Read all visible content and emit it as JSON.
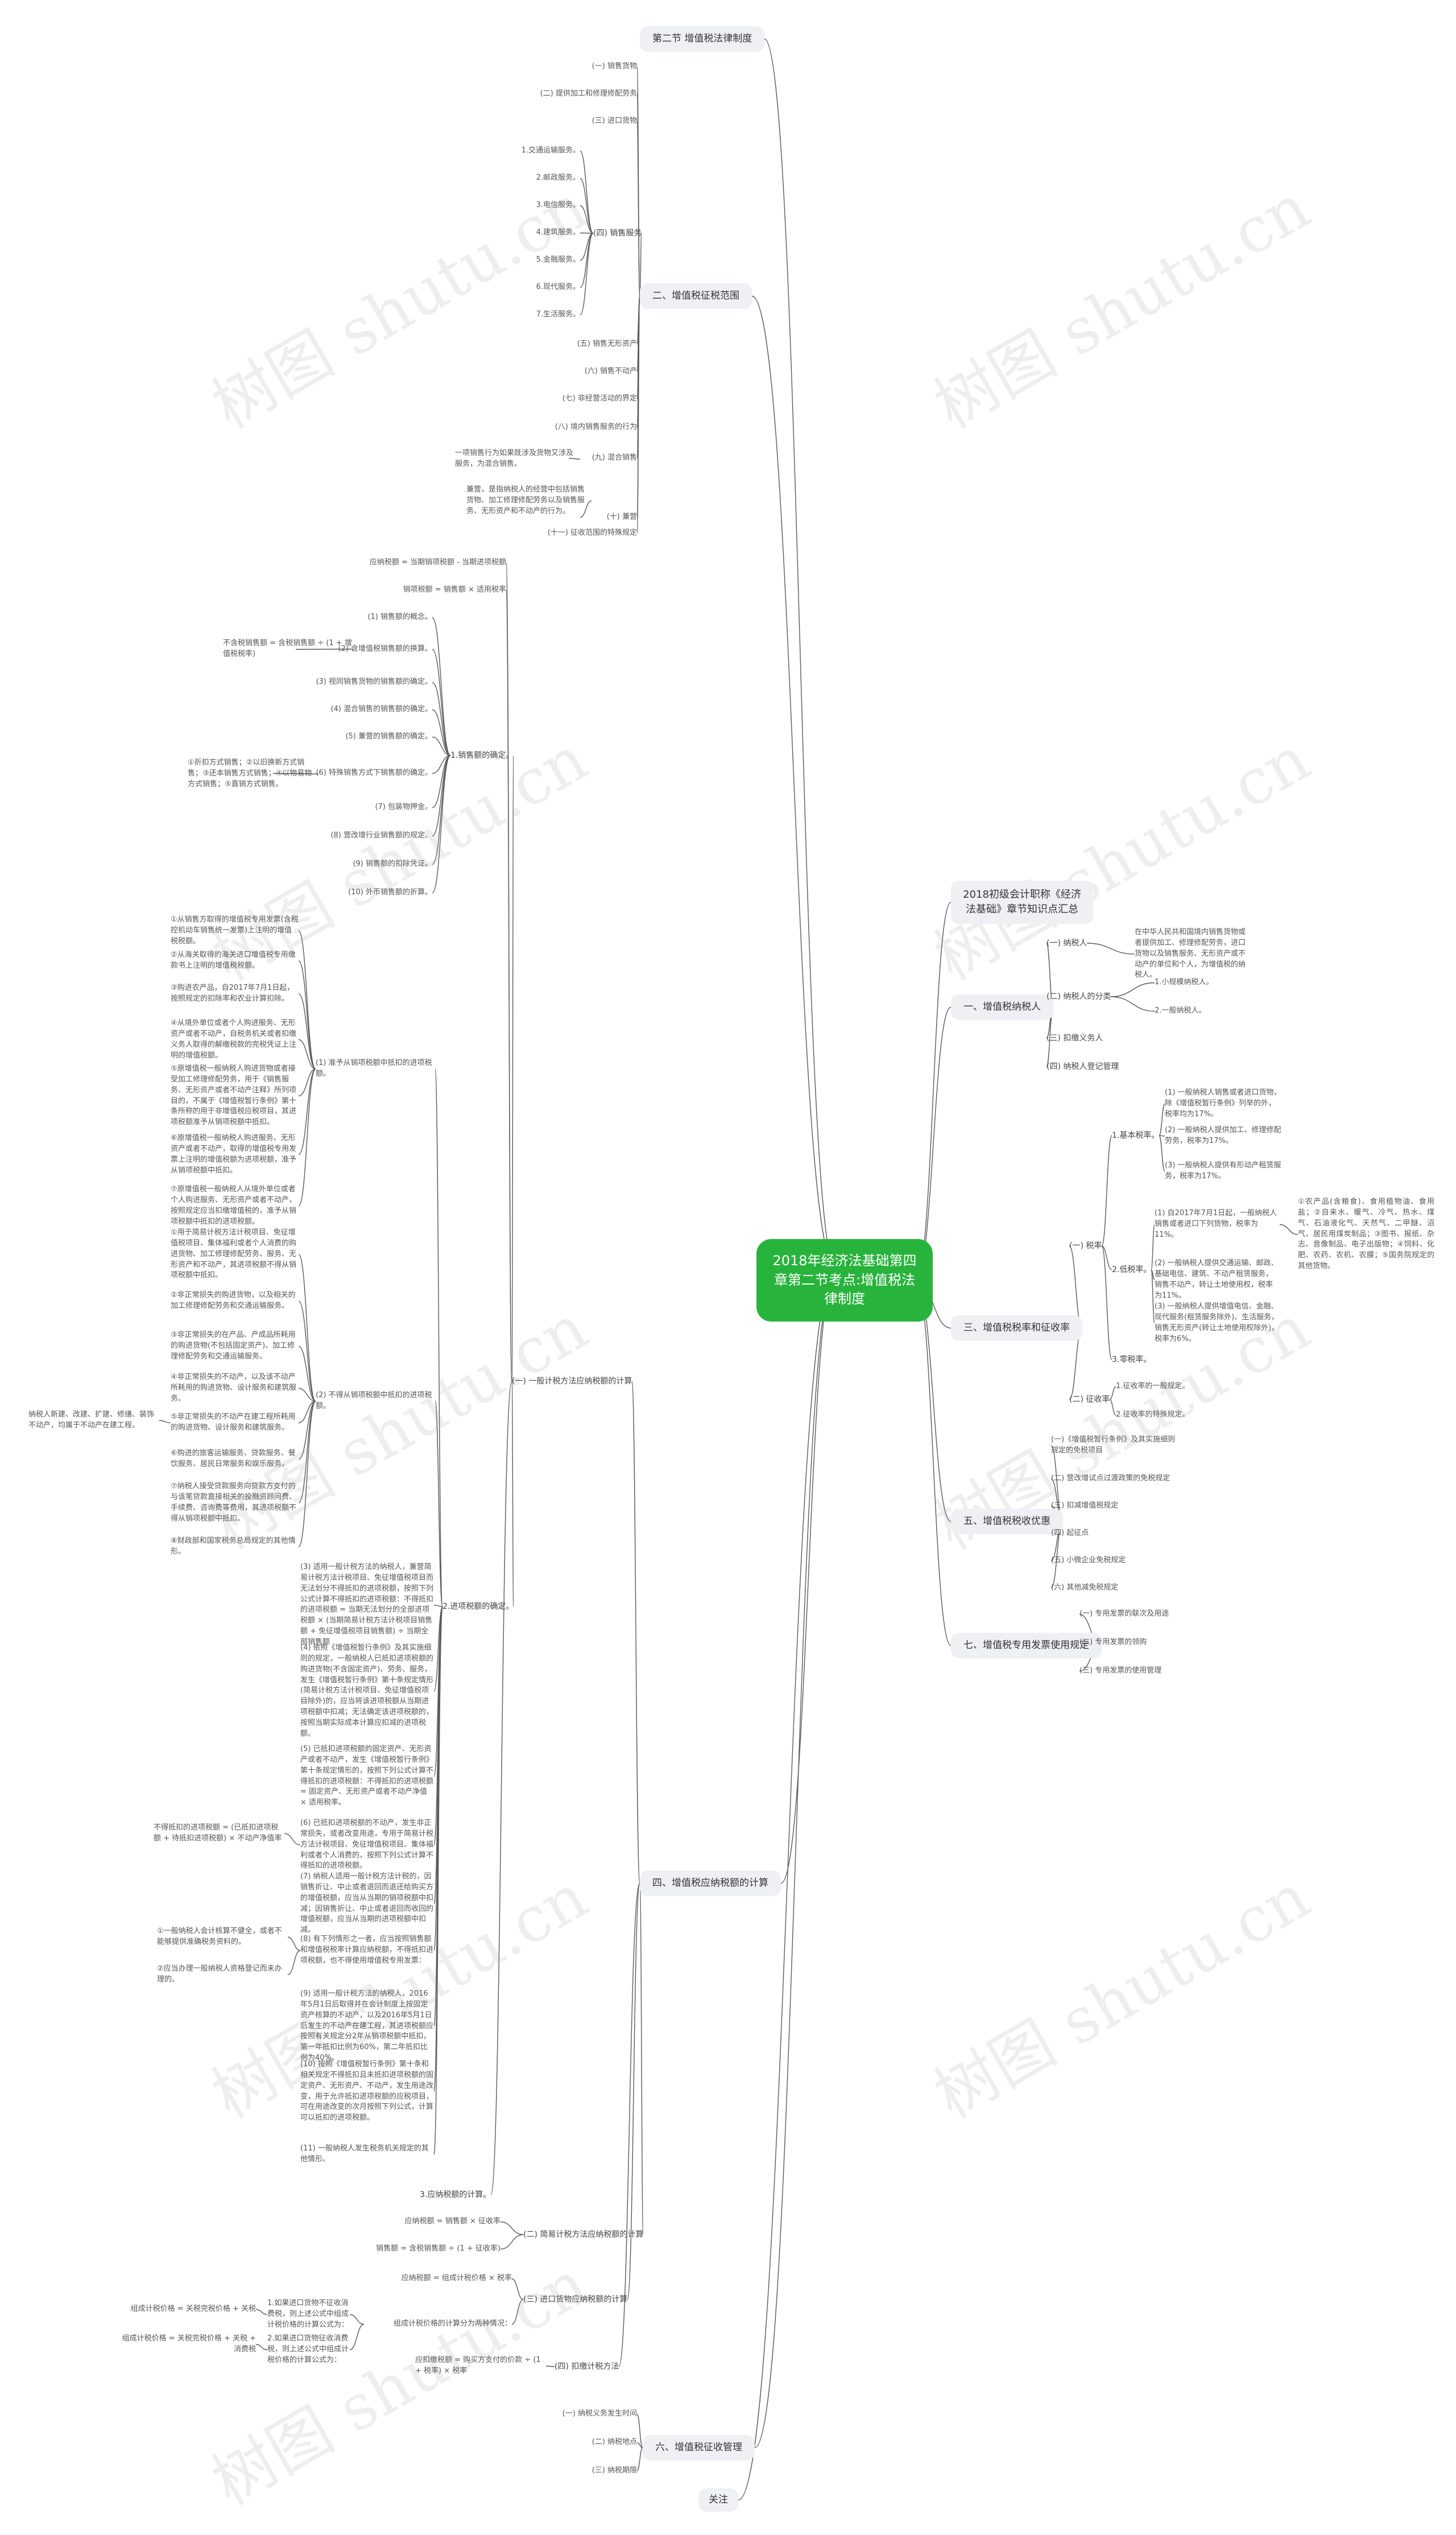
{
  "root": "2018年经济法基础第四章第二节考点:增值税法律制度",
  "sections": {
    "intro": "2018初级会计职称《经济法基础》章节知识点汇总",
    "s1": "一、增值税纳税人",
    "s3": "三、增值税税率和征收率",
    "s5": "五、增值税税收优惠",
    "s7": "七、增值税专用发票使用规定",
    "top_title": "第二节 增值税法律制度",
    "s2": "二、增值税征税范围",
    "s4": "四、增值税应纳税额的计算",
    "s6": "六、增值税征收管理",
    "related": "关注"
  },
  "s1": {
    "taxpayer": "(一) 纳税人",
    "taxpayer_desc": "在中华人民共和国境内销售货物或者提供加工、修理修配劳务，进口货物以及销售服务、无形资产或不动产的单位和个人，为增值税的纳税人。",
    "category": "(二) 纳税人的分类",
    "cat1": "1.小规模纳税人。",
    "cat2": "2.一般纳税人。",
    "withhold": "(三) 扣缴义务人",
    "register": "(四) 纳税人登记管理"
  },
  "s3": {
    "rate": "(一) 税率",
    "basic": "1.基本税率。",
    "basic1": "(1) 一般纳税人销售或者进口货物，除《增值税暂行条例》列举的外，税率均为17%。",
    "basic2": "(2) 一般纳税人提供加工、修理修配劳务，税率为17%。",
    "basic3": "(3) 一般纳税人提供有形动产租赁服务，税率为17%。",
    "low": "2.低税率。",
    "low1": "(1) 自2017年7月1日起，一般纳税人销售或者进口下列货物，税率为11%。",
    "low1_list": "①农产品(含粮食)、食用植物油、食用盐；②自来水、暖气、冷气、热水、煤气、石油液化气、天然气、二甲醚、沼气、居民用煤炭制品；③图书、报纸、杂志、音像制品、电子出版物；④饲料、化肥、农药、农机、农膜；⑤国务院规定的其他货物。",
    "low2": "(2) 一般纳税人提供交通运输、邮政、基础电信、建筑、不动产租赁服务，销售不动产，转让土地使用权，税率为11%。",
    "low3": "(3) 一般纳税人提供增值电信、金融、现代服务(租赁服务除外)、生活服务，销售无形资产(转让土地使用权除外)，税率为6%。",
    "zero": "3.零税率。",
    "levy": "(二) 征收率",
    "levy1": "1.征收率的一般规定。",
    "levy2": "2.征收率的特殊规定。"
  },
  "s5": {
    "i1": "(一)《增值税暂行条例》及其实施细则规定的免税项目",
    "i2": "(二) 营改增试点过渡政策的免税规定",
    "i3": "(三) 扣减增值税规定",
    "i4": "(四) 起征点",
    "i5": "(五) 小微企业免税规定",
    "i6": "(六) 其他减免税规定"
  },
  "s7": {
    "i1": "(一) 专用发票的联次及用途",
    "i2": "(二) 专用发票的领购",
    "i3": "(三) 专用发票的使用管理"
  },
  "s2": {
    "i1": "(一) 销售货物",
    "i2": "(二) 提供加工和修理修配劳务",
    "i3": "(三) 进口货物",
    "services": "(四) 销售服务",
    "svc1": "1.交通运输服务。",
    "svc2": "2.邮政服务。",
    "svc3": "3.电信服务。",
    "svc4": "4.建筑服务。",
    "svc5": "5.金融服务。",
    "svc6": "6.现代服务。",
    "svc7": "7.生活服务。",
    "i5": "(五) 销售无形资产",
    "i6": "(六) 销售不动产",
    "i7": "(七) 非经营活动的界定",
    "i8": "(八) 境内销售服务的行为",
    "i9": "(九) 混合销售",
    "i9_desc": "一项销售行为如果既涉及货物又涉及服务，为混合销售。",
    "i10": "(十) 兼营",
    "i10_desc": "兼营，是指纳税人的经营中包括销售货物、加工修理修配劳务以及销售服务、无形资产和不动产的行为。",
    "i11": "(十一) 征收范围的特殊规定"
  },
  "s4": {
    "general": "(一) 一般计税方法应纳税额的计算",
    "formula1": "应纳税额 = 当期销项税额 - 当期进项税额",
    "output": "销项税额 = 销售额 × 适用税率",
    "sales": "1.销售额的确定。",
    "p1": "(1) 销售额的概念。",
    "p2": "(2) 含增值税销售额的换算。",
    "p2_formula": "不含税销售额 = 含税销售额 ÷ (1 + 增值税税率)",
    "p3": "(3) 视同销售货物的销售额的确定。",
    "p4": "(4) 混合销售的销售额的确定。",
    "p5": "(5) 兼营的销售额的确定。",
    "p6": "(6) 特殊销售方式下销售额的确定。",
    "p6_desc": "①折扣方式销售；②以旧换新方式销售；③还本销售方式销售；④以物易物方式销售；⑤直销方式销售。",
    "p7": "(7) 包装物押金。",
    "p8": "(8) 营改增行业销售额的规定。",
    "p9": "(9) 销售额的扣除凭证。",
    "p10": "(10) 外币销售额的折算。",
    "input": "2.进项税额的确定。",
    "q1": "(1) 准予从销项税额中抵扣的进项税额。",
    "q1_items": [
      "①从销售方取得的增值税专用发票(含税控机动车销售统一发票)上注明的增值税税额。",
      "②从海关取得的海关进口增值税专用缴款书上注明的增值税税额。",
      "③购进农产品，自2017年7月1日起，按照规定的扣除率和农业计算扣除。",
      "④从境外单位或者个人购进服务、无形资产或者不动产，自税务机关或者扣缴义务人取得的解缴税款的完税凭证上注明的增值税额。",
      "⑤原增值税一般纳税人购进货物或者接受加工修理修配劳务，用于《销售服务、无形资产或者不动产注释》所列项目的，不属于《增值税暂行条例》第十条所称的用于非增值税应税项目，其进项税额准予从销项税额中抵扣。",
      "⑥原增值税一般纳税人购进服务、无形资产或者不动产，取得的增值税专用发票上注明的增值税额为进项税额，准予从销项税额中抵扣。",
      "⑦原增值税一般纳税人从境外单位或者个人购进服务、无形资产或者不动产，按照规定应当扣缴增值税的，准予从销项税额中抵扣的进项税额。"
    ],
    "q2": "(2) 不得从销项税额中抵扣的进项税额。",
    "q2_items": [
      "①用于简易计税方法计税项目、免征增值税项目、集体福利或者个人消费的购进货物、加工修理修配劳务、服务、无形资产和不动产，其进项税额不得从销项税额中抵扣。",
      "②非正常损失的购进货物，以及相关的加工修理修配劳务和交通运输服务。",
      "③非正常损失的在产品、产成品所耗用的购进货物(不包括固定资产)、加工修理修配劳务和交通运输服务。",
      "④非正常损失的不动产，以及该不动产所耗用的购进货物、设计服务和建筑服务。",
      "⑤非正常损失的不动产在建工程所耗用的购进货物、设计服务和建筑服务。",
      "⑥购进的旅客运输服务、贷款服务、餐饮服务、居民日常服务和娱乐服务。",
      "⑦纳税人接受贷款服务向贷款方支付的与该笔贷款直接相关的投融资顾问费、手续费、咨询费等费用，其进项税额不得从销项税额中抵扣。",
      "⑧财政部和国家税务总局规定的其他情形。"
    ],
    "q2_note": "纳税人新建、改建、扩建、修缮、装饰不动产，均属于不动产在建工程。",
    "q3": [
      "(3) 适用一般计税方法的纳税人，兼营简易计税方法计税项目、免征增值税项目而无法划分不得抵扣的进项税额，按照下列公式计算不得抵扣的进项税额：不得抵扣的进项税额 = 当期无法划分的全部进项税额 × (当期简易计税方法计税项目销售额 + 免征增值税项目销售额) ÷ 当期全部销售额",
      "(4) 依照《增值税暂行条例》及其实施细则的规定，一般纳税人已抵扣进项税额的购进货物(不含固定资产)、劳务、服务，发生《增值税暂行条例》第十条规定情形(简易计税方法计税项目、免征增值税项目除外)的，应当将该进项税额从当期进项税额中扣减；无法确定该进项税额的，按照当期实际成本计算应扣减的进项税额。",
      "(5) 已抵扣进项税额的固定资产、无形资产或者不动产，发生《增值税暂行条例》第十条规定情形的，按照下列公式计算不得抵扣的进项税额：不得抵扣的进项税额 = 固定资产、无形资产或者不动产净值 × 适用税率。",
      "(6) 已抵扣进项税额的不动产，发生非正常损失，或者改变用途，专用于简易计税方法计税项目、免征增值税项目、集体福利或者个人消费的，按照下列公式计算不得抵扣的进项税额。",
      "(7) 纳税人适用一般计税方法计税的，因销售折让、中止或者退回而退还给购买方的增值税额，应当从当期的销项税额中扣减；因销售折让、中止或者退回而收回的增值税额，应当从当期的进项税额中扣减。",
      "(8) 有下列情形之一者，应当按照销售额和增值税税率计算应纳税额，不得抵扣进项税额，也不得使用增值税专用发票：",
      "(9) 适用一般计税方法的纳税人，2016年5月1日后取得并在会计制度上按固定资产核算的不动产，以及2016年5月1日后发生的不动产在建工程，其进项税额应按照有关规定分2年从销项税额中抵扣，第一年抵扣比例为60%，第二年抵扣比例为40%。",
      "(10) 按照《增值税暂行条例》第十条和相关规定不得抵扣且未抵扣进项税额的固定资产、无形资产、不动产，发生用途改变，用于允许抵扣进项税额的应税项目，可在用途改变的次月按照下列公式，计算可以抵扣的进项税额。",
      "(11) 一般纳税人发生税务机关规定的其他情形。"
    ],
    "q6_formula": "不得抵扣的进项税额 = (已抵扣进项税额 + 待抵扣进项税额) × 不动产净值率",
    "q8_items": [
      "①一般纳税人会计核算不健全，或者不能够提供准确税务资料的。",
      "②应当办理一般纳税人资格登记而未办理的。"
    ],
    "payable": "3.应纳税额的计算。",
    "simple": "(二) 简易计税方法应纳税额的计算",
    "simple1": "应纳税额 = 销售额 × 征收率",
    "simple2": "销售额 = 含税销售额 ÷ (1 + 征收率)",
    "import": "(三) 进口货物应纳税额的计算",
    "import1": "应纳税额 = 组成计税价格 × 税率",
    "import2": "组成计税价格的计算分为两种情况：",
    "import2a": "1.如果进口货物不征收消费税，则上述公式中组成计税价格的计算公式为：",
    "import2a_f": "组成计税价格 = 关税完税价格 + 关税",
    "import2b": "2.如果进口货物征收消费税，则上述公式中组成计税价格的计算公式为：",
    "import2b_f": "组成计税价格 = 关税完税价格 + 关税 + 消费税",
    "withholding": "(四) 扣缴计税方法",
    "withholding_f": "应扣缴税额 = 购买方支付的价款 ÷ (1 + 税率) × 税率"
  },
  "s6": {
    "i1": "(一) 纳税义务发生时间",
    "i2": "(二) 纳税地点",
    "i3": "(三) 纳税期限"
  },
  "watermark": "树图 shutu.cn"
}
